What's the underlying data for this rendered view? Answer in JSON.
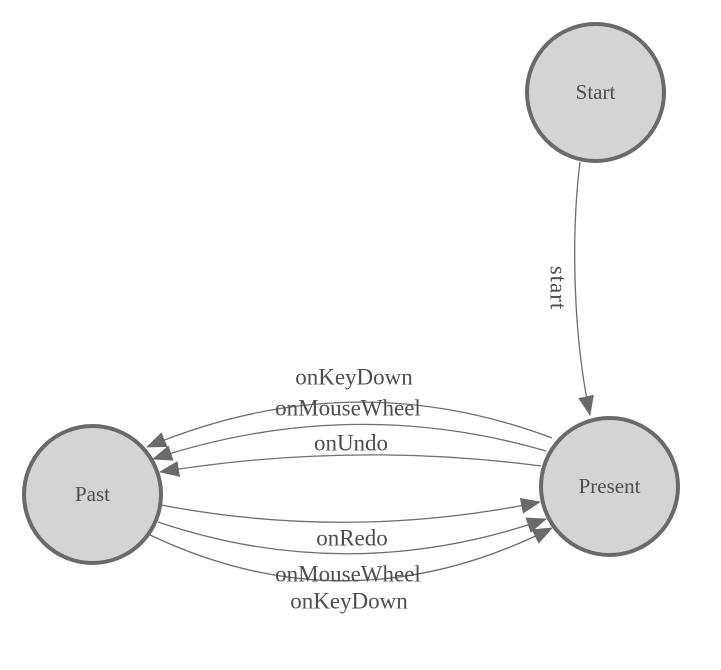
{
  "diagram": {
    "nodes": [
      {
        "id": "start",
        "label": "Start"
      },
      {
        "id": "past",
        "label": "Past"
      },
      {
        "id": "present",
        "label": "Present"
      }
    ],
    "edges": [
      {
        "id": "start-to-present",
        "from": "Start",
        "to": "Present",
        "label": "start"
      },
      {
        "id": "present-to-past-onkeydown",
        "from": "Present",
        "to": "Past",
        "label": "onKeyDown"
      },
      {
        "id": "present-to-past-onmousewheel",
        "from": "Present",
        "to": "Past",
        "label": "onMouseWheel"
      },
      {
        "id": "present-to-past-onundo",
        "from": "Present",
        "to": "Past",
        "label": "onUndo"
      },
      {
        "id": "past-to-present-onredo",
        "from": "Past",
        "to": "Present",
        "label": "onRedo"
      },
      {
        "id": "past-to-present-onmousewheel",
        "from": "Past",
        "to": "Present",
        "label": "onMouseWheel"
      },
      {
        "id": "past-to-present-onkeydown",
        "from": "Past",
        "to": "Present",
        "label": "onKeyDown"
      }
    ],
    "colors": {
      "background": "#ffffff",
      "node_fill": "#d4d4d4",
      "node_border": "#6a6a6a",
      "edge_line": "#6e6e6e",
      "arrowhead": "#6a6a6a",
      "label_text": "#4d4d4d"
    }
  }
}
